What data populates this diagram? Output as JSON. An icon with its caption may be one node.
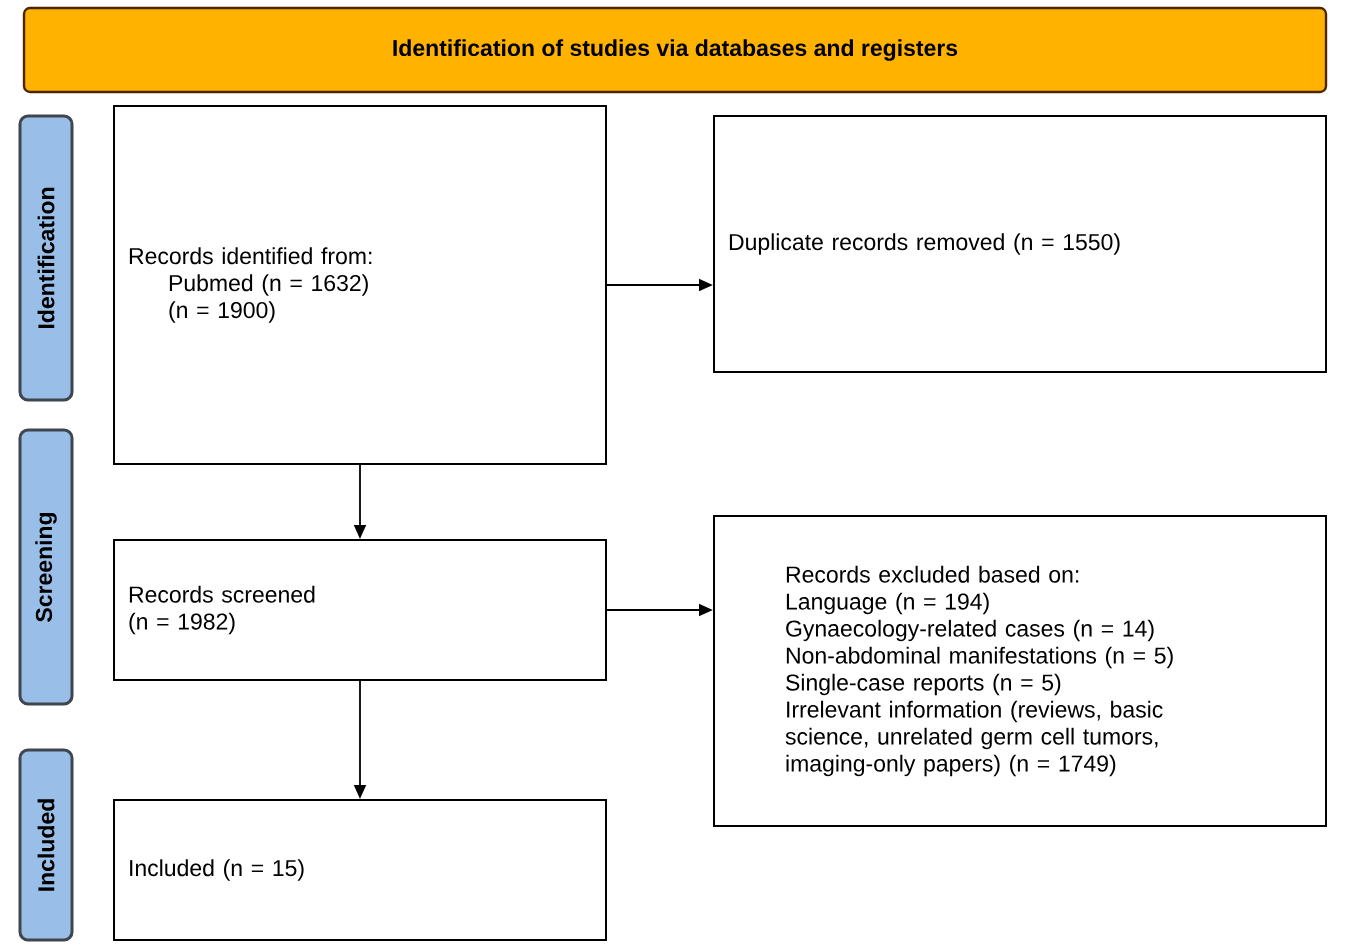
{
  "diagram": {
    "nodes": [
      {
        "text": [
          "Identification of studies via databases and registers"
        ]
      },
      {
        "text": [
          "Identification"
        ]
      },
      {
        "text": [
          "Screening"
        ]
      },
      {
        "text": [
          "Included"
        ]
      },
      {
        "text": [
          "Records identified from:",
          "Pubmed (n = 1632)",
          "(n = 1900)"
        ]
      },
      {
        "text": [
          "Duplicate records removed (n = 1550)"
        ]
      },
      {
        "text": [
          "Records screened (n = 1982)"
        ]
      },
      {
        "text": [
          "Records excluded based on:",
          "Language (n = 194)",
          "Gynaecology-related cases (n = 14)",
          "Non-abdominal manifestations (n = 5)",
          "Single-case reports (n = 5)",
          "Irrelevant information (reviews, basic science, unrelated germ cell tumors, imaging-only papers) (n = 1749)"
        ]
      },
      {
        "text": [
          "Included (n = 15)"
        ]
      }
    ],
    "edges": [
      {
        "from": 4,
        "to": 5,
        "arrow": "to"
      },
      {
        "from": 4,
        "to": 6,
        "arrow": "to"
      },
      {
        "from": 6,
        "to": 7,
        "arrow": "to"
      },
      {
        "from": 6,
        "to": 8,
        "arrow": "to"
      }
    ]
  }
}
